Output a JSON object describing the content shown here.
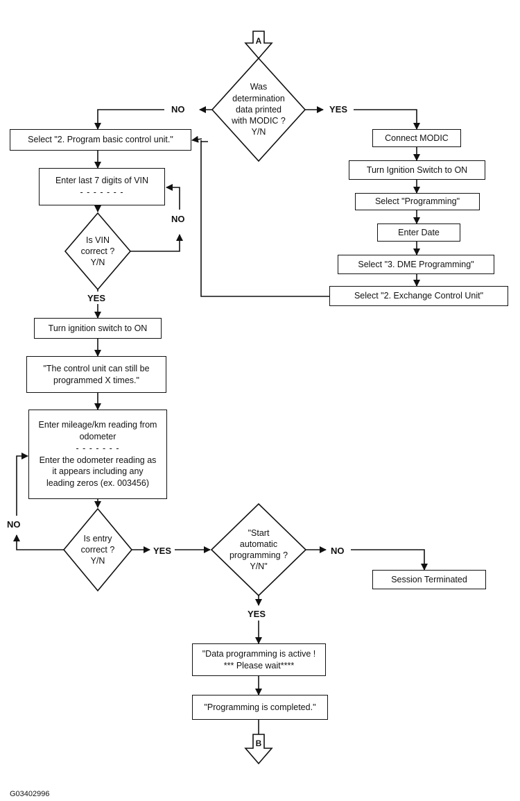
{
  "connectors": {
    "top": "A",
    "bottom": "B"
  },
  "decisions": {
    "modic": [
      "Was",
      "determination",
      "data printed",
      "with MODIC ?",
      "Y/N"
    ],
    "vin": [
      "Is VIN",
      "correct ?",
      "Y/N"
    ],
    "entry": [
      "Is entry",
      "correct ?",
      "Y/N"
    ],
    "auto": [
      "\"Start",
      "automatic",
      "programming ?",
      "Y/N\""
    ]
  },
  "left_steps": {
    "program_basic": "Select \"2. Program basic control unit.\"",
    "enter_vin": "Enter last 7 digits of VIN",
    "vin_dashes": "- - - - - - -",
    "ignition_on": "Turn ignition switch to ON",
    "control_unit_msg": "\"The control unit can still be programmed X times.\"",
    "mileage_title": "Enter mileage/km reading from odometer",
    "mileage_dashes": "- - - - - - -",
    "mileage_note": "Enter the odometer reading as it appears including any leading zeros (ex. 003456)"
  },
  "right_steps": {
    "connect": "Connect MODIC",
    "ignition": "Turn Ignition Switch to ON",
    "programming": "Select \"Programming\"",
    "date": "Enter Date",
    "dme": "Select \"3. DME Programming\"",
    "exchange": "Select \"2. Exchange Control Unit\""
  },
  "bottom_steps": {
    "session_terminated": "Session Terminated",
    "data_active_line1": "\"Data programming is active !",
    "data_active_line2": "*** Please wait****",
    "completed": "\"Programming is completed.\""
  },
  "labels": {
    "no_modic": "NO",
    "yes_modic": "YES",
    "no_vin": "NO",
    "yes_vin": "YES",
    "no_entry": "NO",
    "yes_entry": "YES",
    "no_auto": "NO",
    "yes_auto": "YES"
  },
  "figure_id": "G03402996"
}
